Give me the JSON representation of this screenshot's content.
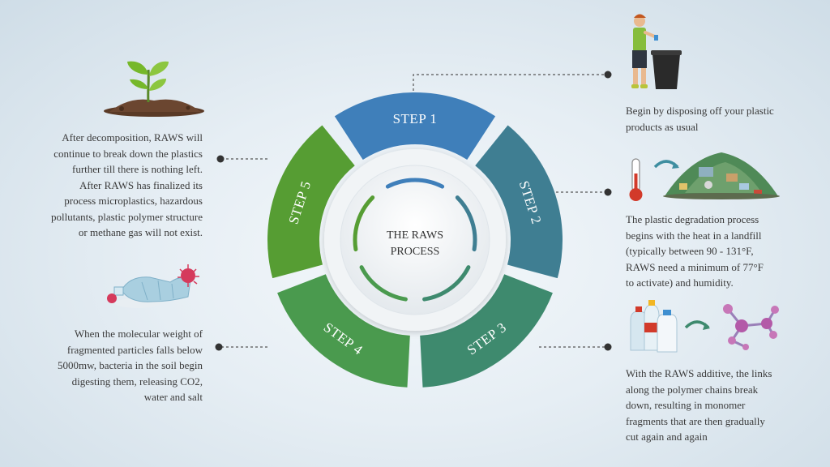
{
  "center": {
    "line1": "THE RAWS",
    "line2": "PROCESS"
  },
  "steps": [
    {
      "label": "STEP 1",
      "color": "#3f7fba"
    },
    {
      "label": "STEP 2",
      "color": "#3f7e92"
    },
    {
      "label": "STEP 3",
      "color": "#3e8a6e"
    },
    {
      "label": "STEP 4",
      "color": "#4a9a4e"
    },
    {
      "label": "STEP 5",
      "color": "#569d33"
    }
  ],
  "descriptions": {
    "step1": [
      "Begin by disposing off your plastic",
      "products as usual"
    ],
    "step2": [
      "The plastic degradation process",
      "begins with the heat in a landfill",
      "(typically between 90 - 131°F,",
      "RAWS need a minimum of 77°F",
      "to activate) and humidity."
    ],
    "step3": [
      "With the RAWS additive, the links",
      "along the polymer chains break",
      "down, resulting in monomer",
      "fragments that are then gradually",
      "cut again and again"
    ],
    "step4": [
      "When the molecular weight of",
      "fragmented particles falls below",
      "5000mw, bacteria in the soil begin",
      "digesting them, releasing CO2,",
      "water and salt"
    ],
    "step5": [
      "After decomposition, RAWS will",
      "continue to break down the plastics",
      "further till there is nothing left.",
      "After RAWS has finalized its",
      "process microplastics, hazardous",
      "pollutants, plastic polymer structure",
      "or methane gas will not exist."
    ]
  },
  "icons": [
    "plant-sprout-icon",
    "person-trash-bin-icon",
    "thermometer-landfill-icon",
    "plastic-bottles-molecule-icon",
    "crushed-bottle-bacteria-icon"
  ]
}
